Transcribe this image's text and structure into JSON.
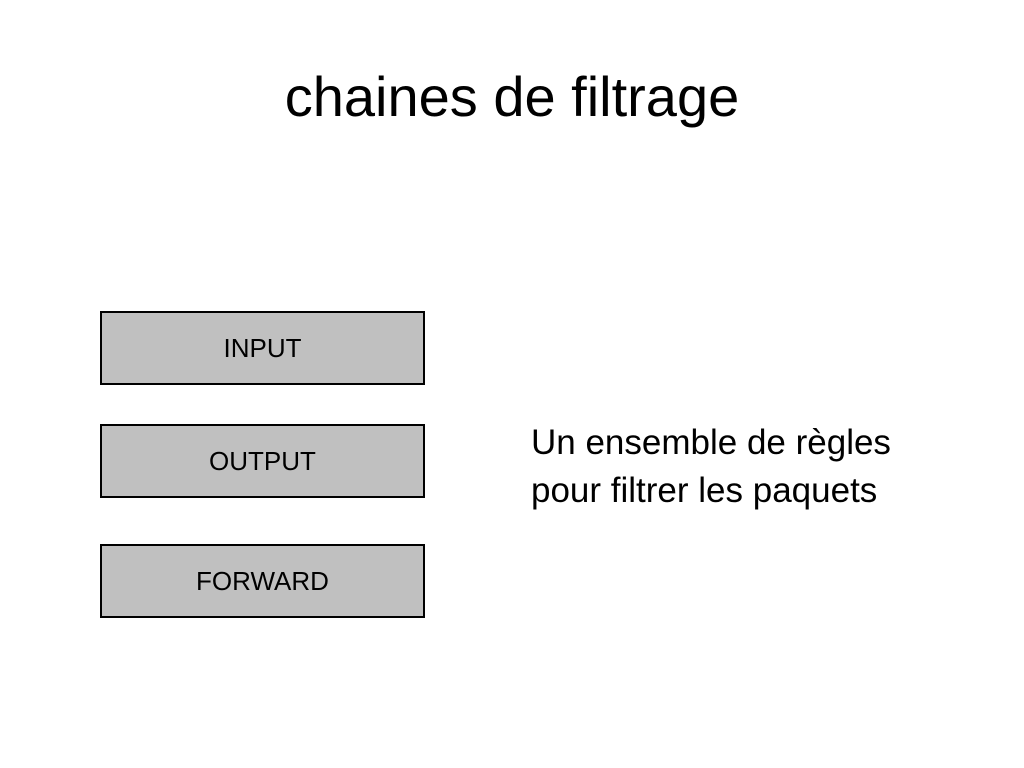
{
  "slide": {
    "title": "chaines de filtrage",
    "chains": [
      {
        "label": "INPUT"
      },
      {
        "label": "OUTPUT"
      },
      {
        "label": "FORWARD"
      }
    ],
    "description": {
      "line1": "Un ensemble de règles",
      "line2": "pour filtrer les paquets"
    }
  },
  "colors": {
    "box_fill": "#c0c0c0",
    "box_border": "#000000",
    "text": "#000000",
    "background": "#ffffff"
  }
}
